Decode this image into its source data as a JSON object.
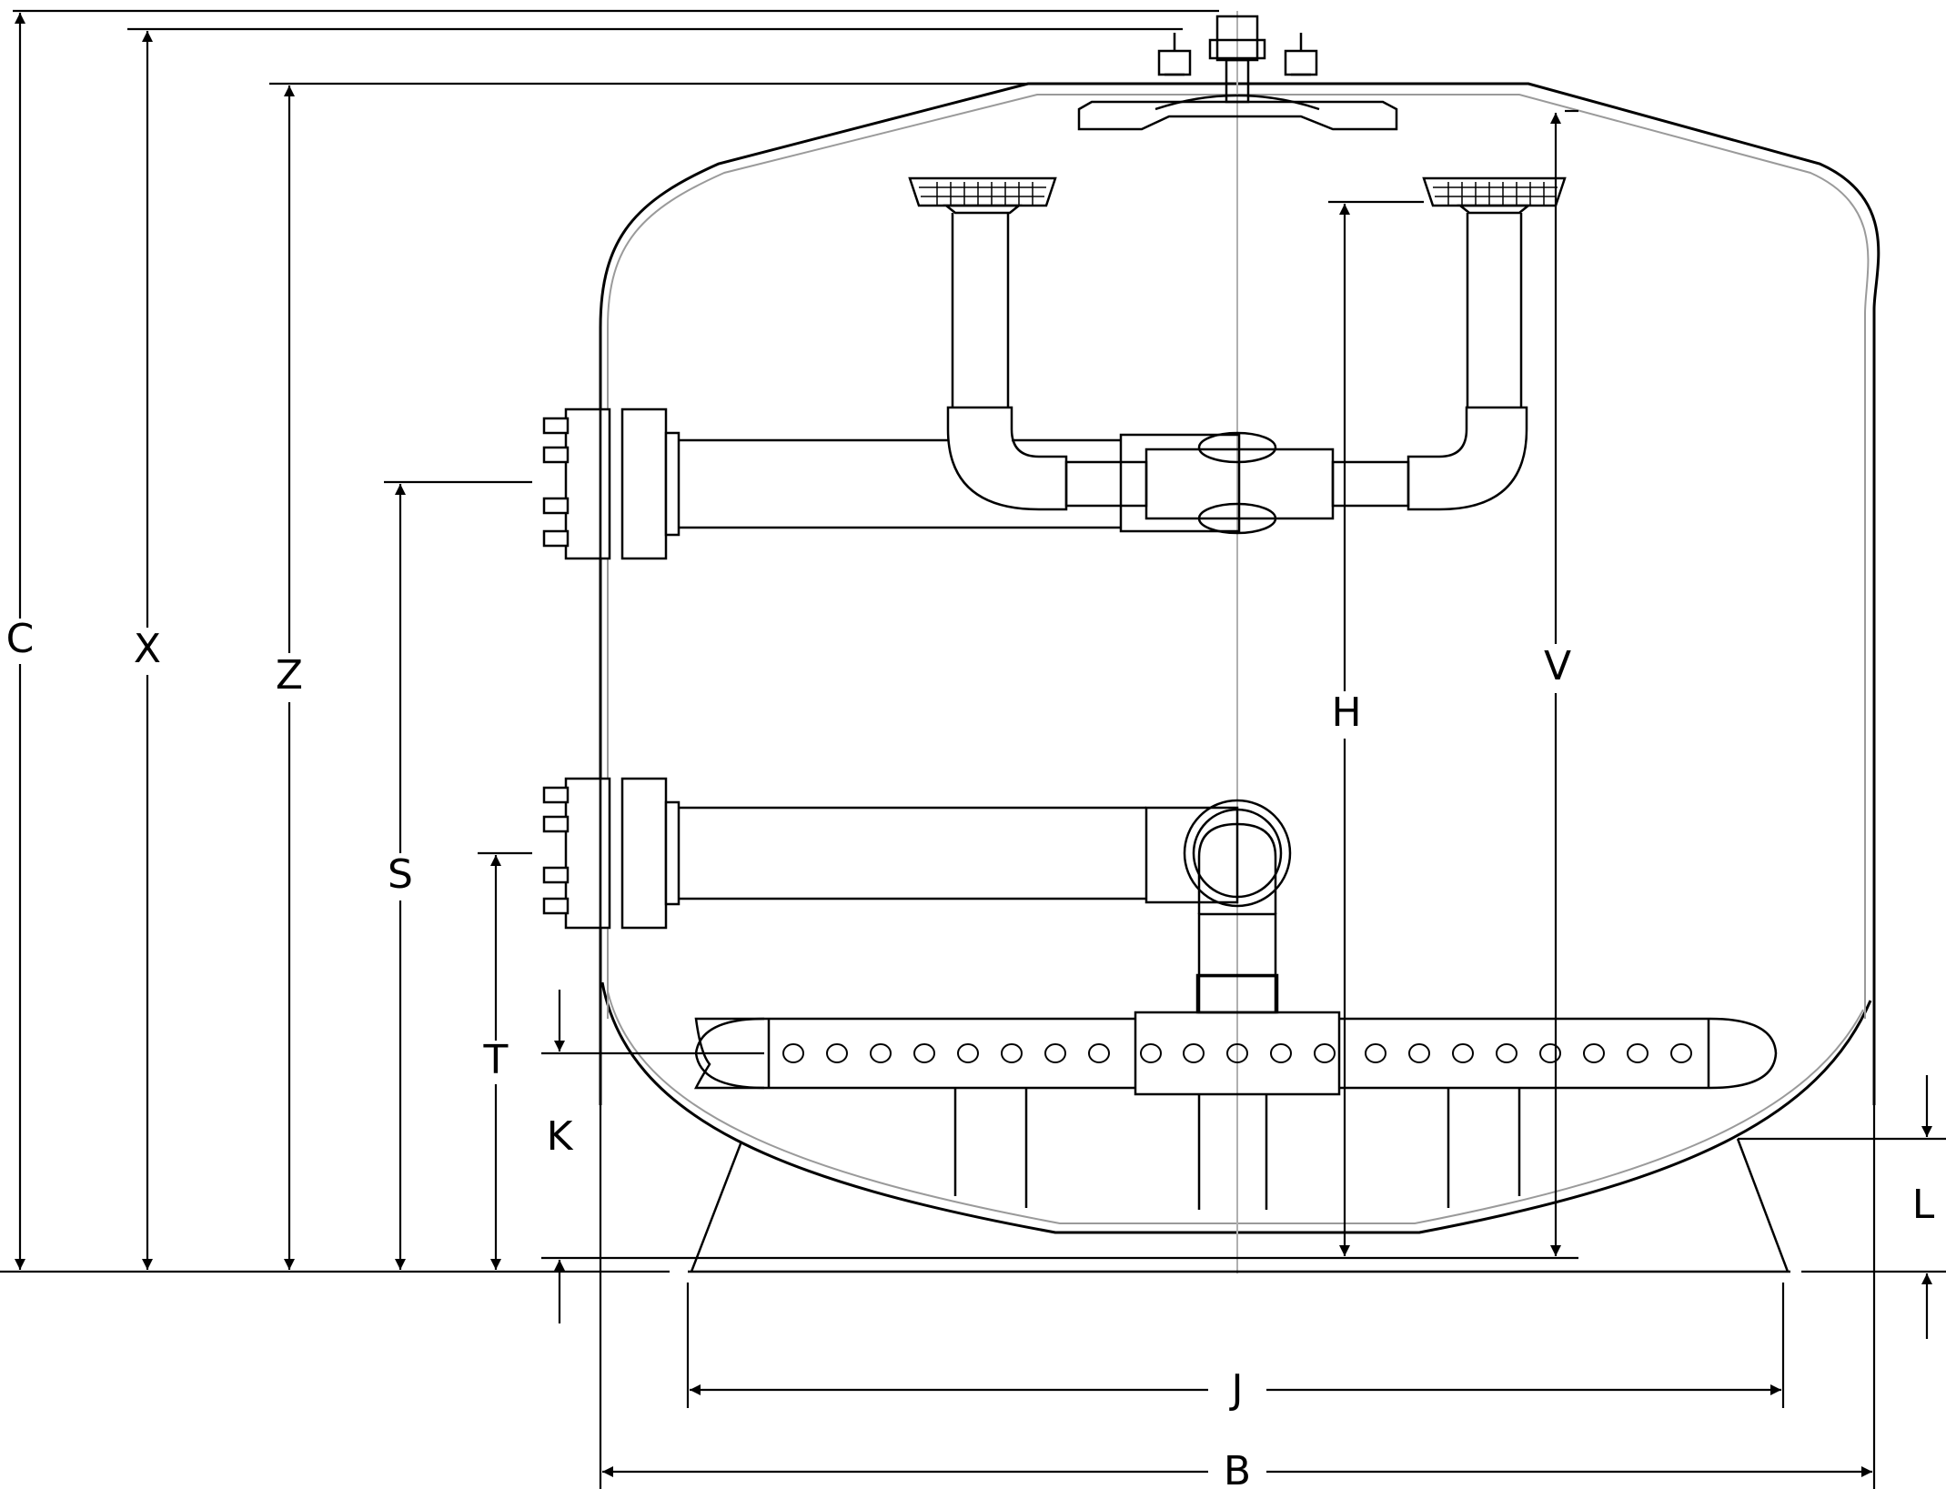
{
  "dimension_labels": {
    "C": "C",
    "X": "X",
    "Z": "Z",
    "S": "S",
    "T": "T",
    "K": "K",
    "H": "H",
    "V": "V",
    "L": "L",
    "J": "J",
    "B": "B"
  },
  "colors": {
    "line": "#000000",
    "inner_shell": "#9a9a9a",
    "centerline": "#b0b0b0",
    "background": "#ffffff"
  },
  "nozzle_holes_count": 21
}
